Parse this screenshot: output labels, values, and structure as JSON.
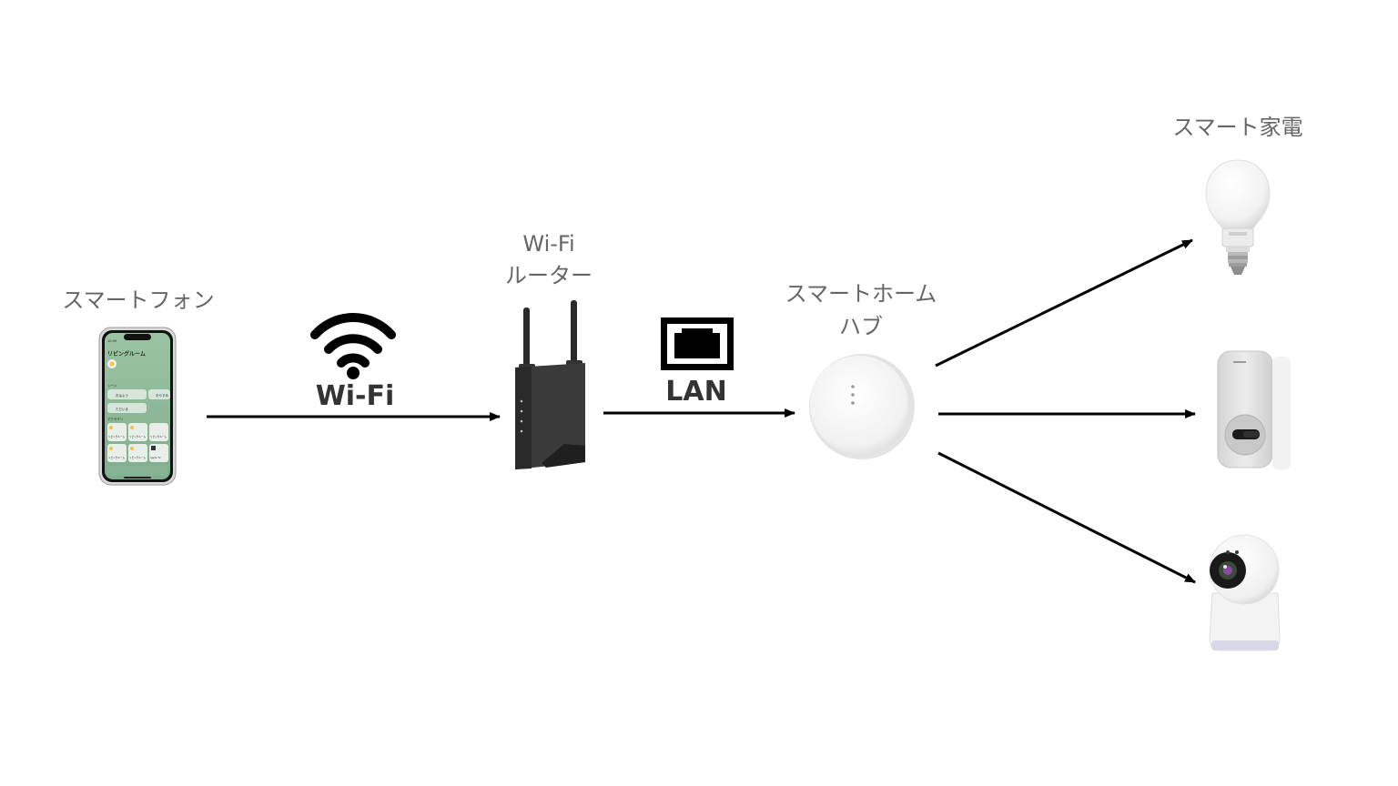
{
  "nodes": {
    "smartphone": {
      "label": "スマートフォン"
    },
    "router": {
      "label_line1": "Wi-Fi",
      "label_line2": "ルーター"
    },
    "hub": {
      "label_line1": "スマートホーム",
      "label_line2": "ハブ"
    },
    "appliances": {
      "label": "スマート家電"
    }
  },
  "connections": {
    "wifi": {
      "label": "Wi-Fi",
      "icon": "wifi-icon"
    },
    "lan": {
      "label": "LAN",
      "icon": "ethernet-port-icon"
    }
  },
  "phone_screen": {
    "time": "10:09",
    "room_title": "リビングルーム",
    "scenes_header": "シーン",
    "scene_1": "おはよう",
    "scene_2": "おやすみ",
    "scene_3": "ただいま",
    "accessories_header": "アクセサリ",
    "tile_1": "リビングルーム",
    "tile_2": "リビングルーム",
    "tile_3": "リビングルーム",
    "tile_4": "リビングルーム",
    "tile_5": "リビングルーム",
    "tile_6": "Apple TV"
  },
  "colors": {
    "label_gray": "#666666",
    "connection_label": "#333333",
    "arrow": "#000000",
    "phone_screen_green": "#8fb79a"
  }
}
